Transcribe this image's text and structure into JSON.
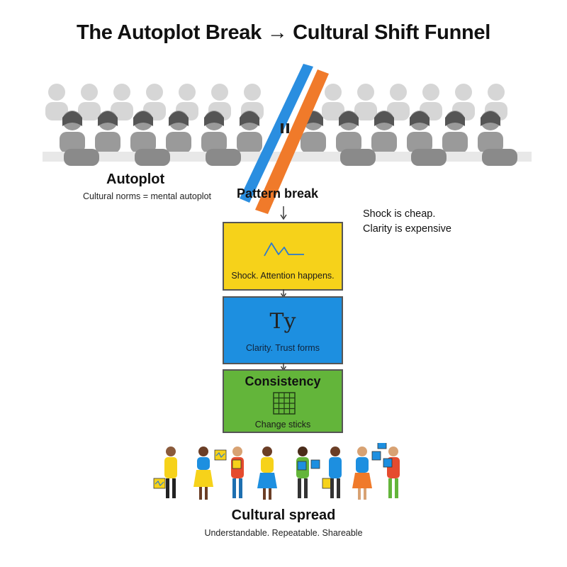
{
  "title": "The Autoplot Break → Cultural Shift Funnel",
  "autoplot": {
    "heading": "Autoplot",
    "subtitle": "Cultural norms = mental autoplot"
  },
  "pattern_break": {
    "label": "Pattern break"
  },
  "side_note": {
    "line1": "Shock is cheap.",
    "line2": "Clarity is expensive"
  },
  "stages": [
    {
      "caption": "Shock. Attention happens.",
      "icon": "waveform-icon",
      "color": "#f6d21a"
    },
    {
      "glyph": "Ty",
      "caption": "Clarity. Trust forms",
      "icon": "typography-icon",
      "color": "#1d8fe0"
    },
    {
      "heading": "Consistency",
      "caption": "Change sticks",
      "icon": "grid-icon",
      "color": "#63b53a"
    }
  ],
  "stripe_colors": {
    "blue": "#2a8ee0",
    "orange": "#f07a2a"
  },
  "crowd": {
    "style": "grayscale",
    "icon": "crowd-icon"
  },
  "spread": {
    "heading": "Cultural spread",
    "subtitle": "Understandable. Repeatable. Shareable"
  }
}
